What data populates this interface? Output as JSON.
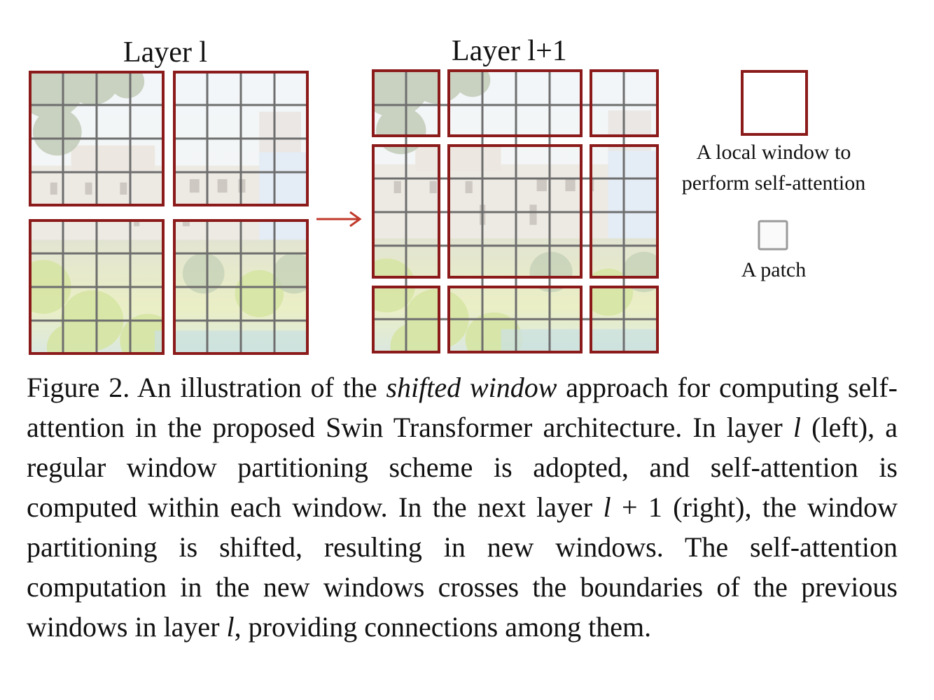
{
  "figure": {
    "layer_left_label": "Layer l",
    "layer_right_label": "Layer l+1",
    "legend_window_label_line1": "A local window to",
    "legend_window_label_line2": "perform self-attention",
    "legend_patch_label": "A patch",
    "colors": {
      "window_border": "#8b1a1a",
      "patch_grid": "#6e6e6e",
      "arrow": "#c0392b",
      "patch_legend": "#9a9a9a"
    }
  },
  "caption": {
    "p1": "Figure 2. An illustration of the ",
    "p1_em": "shifted window",
    "p2": " approach for computing self-attention in the proposed Swin Transformer architecture.  In layer ",
    "p2_em": "l",
    "p3": " (left), a regular window partitioning scheme is adopted, and self-attention is computed within each window.  In the next layer ",
    "p3_em": "l",
    "p4": " + 1 (right), the window partitioning is shifted, resulting in new windows. The self-attention computation in the new windows crosses the boundaries of the previous windows in layer ",
    "p4_em": "l",
    "p5": ", providing connections among them."
  }
}
